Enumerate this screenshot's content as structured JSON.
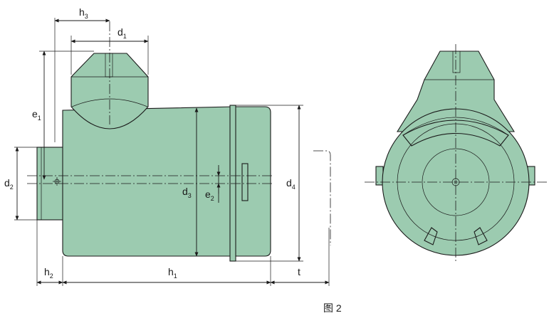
{
  "labels": {
    "h3": {
      "main": "h",
      "sub": "3"
    },
    "d1": {
      "main": "d",
      "sub": "1"
    },
    "e1": {
      "main": "e",
      "sub": "1"
    },
    "d2": {
      "main": "d",
      "sub": "2"
    },
    "d3": {
      "main": "d",
      "sub": "3"
    },
    "e2": {
      "main": "e",
      "sub": "2"
    },
    "d4": {
      "main": "d",
      "sub": "4"
    },
    "h2": {
      "main": "h",
      "sub": "2"
    },
    "h1": {
      "main": "h",
      "sub": "1"
    },
    "t": {
      "main": "t"
    }
  },
  "caption": "图 2",
  "colors": {
    "body": "#9ccbb0",
    "line": "#1a1a1a"
  }
}
